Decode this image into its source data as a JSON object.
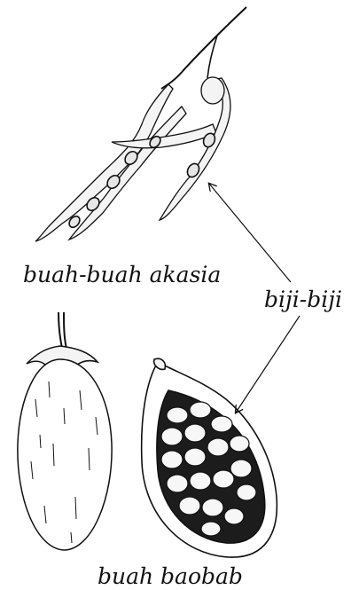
{
  "labels": {
    "acacia": "buah-buah akasia",
    "seeds": "biji-biji",
    "baobab": "buah baobab"
  },
  "colors": {
    "ink": "#111111",
    "pod_fill": "#f4f4f4",
    "seed_fill": "#e6e6e6",
    "baobab_pulp": "#1c1c1c",
    "baobab_seed": "#f7f7f7"
  }
}
